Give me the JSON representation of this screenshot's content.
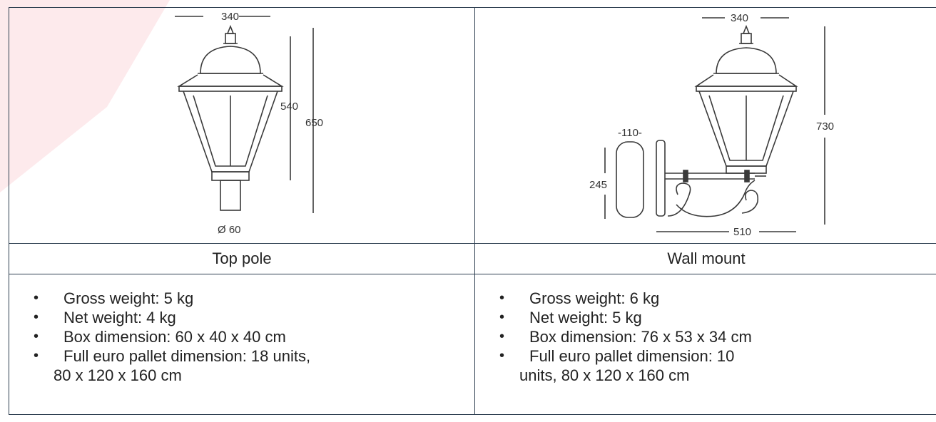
{
  "colors": {
    "border": "#2d3e50",
    "watermark": "#fbe4e6",
    "drawing": "#3a3a3a"
  },
  "left": {
    "dimensions": {
      "width_top": "340",
      "height_inner": "540",
      "height_total": "650",
      "diameter": "Ø 60"
    },
    "caption": "Top pole",
    "specs": [
      {
        "text": "Gross weight: 5 kg"
      },
      {
        "text": "Net weight: 4 kg"
      },
      {
        "text": "Box dimension: 60 x 40 x 40 cm"
      },
      {
        "text": "Full euro pallet dimension: 18 units,",
        "cont": "80 x 120 x 160 cm"
      }
    ]
  },
  "right": {
    "dimensions": {
      "width_top": "340",
      "height_total": "730",
      "plate_width": "-110-",
      "plate_height": "245",
      "depth": "510"
    },
    "caption": "Wall mount",
    "specs": [
      {
        "text": "Gross weight: 6 kg"
      },
      {
        "text": "Net weight: 5 kg"
      },
      {
        "text": "Box dimension: 76 x 53 x 34 cm"
      },
      {
        "text": "Full euro pallet dimension: 10",
        "cont": "units, 80 x 120 x 160 cm"
      }
    ]
  }
}
